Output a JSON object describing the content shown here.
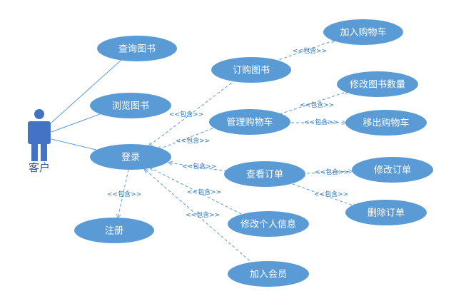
{
  "actor": {
    "label": "客户"
  },
  "colors": {
    "usecase": "#5b9bd5",
    "actor": "#4472c4",
    "line": "#5b9bd5",
    "stereotype": "#2e75b6"
  },
  "stereotype": "<<包含>>",
  "use_cases": {
    "query_books": "查询图书",
    "browse_books": "浏览图书",
    "login": "登录",
    "register": "注册",
    "order_books": "订购图书",
    "add_to_cart": "加入购物车",
    "manage_cart": "管理购物车",
    "modify_book_qty": "修改图书数量",
    "remove_from_cart": "移出购物车",
    "view_orders": "查看订单",
    "modify_order": "修改订单",
    "delete_order": "删除订单",
    "modify_profile": "修改个人信息",
    "join_member": "加入会员"
  }
}
